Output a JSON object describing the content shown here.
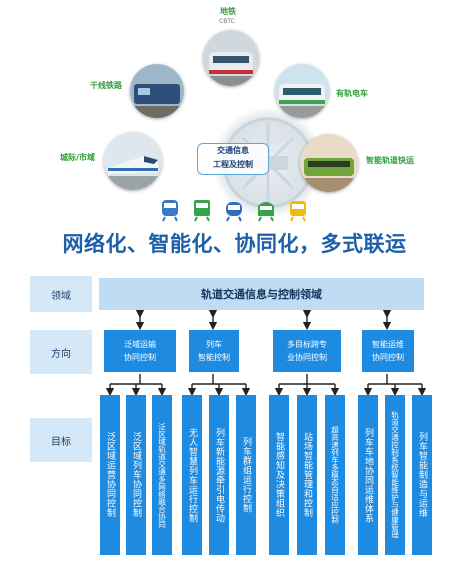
{
  "hub": {
    "line1": "交通信息",
    "line2": "工程及控制"
  },
  "categories": [
    {
      "label": "地铁",
      "sublabel": "CBTC",
      "color": "#2e9e3a"
    },
    {
      "label": "干线铁路",
      "color": "#2e9e3a"
    },
    {
      "label": "有轨电车",
      "color": "#2e9e3a"
    },
    {
      "label": "城际/市域",
      "color": "#2e9e3a"
    },
    {
      "label": "智能轨道快运",
      "color": "#2e9e3a"
    }
  ],
  "mode_icons": [
    "metro-train-icon",
    "freight-train-icon",
    "tram-icon",
    "high-speed-train-icon",
    "light-rail-icon"
  ],
  "slogan": "网络化、智能化、协同化，多式联运",
  "rows": {
    "domain_label": "领域",
    "direction_label": "方向",
    "goal_label": "目标"
  },
  "domain": "轨道交通信息与控制领域",
  "directions": [
    {
      "line1": "泛域运输",
      "line2": "协同控制"
    },
    {
      "line1": "列车",
      "line2": "智能控制"
    },
    {
      "line1": "多目标跨专",
      "line2": "业协同控制"
    },
    {
      "line1": "智能运维",
      "line2": "协同控制"
    }
  ],
  "goals": [
    "泛区域运营协同控制",
    "泛区域列车协同控制",
    "泛区域轨道交通多网络融合协同",
    "无人智慧列车运行控制",
    "列车新能源牵引电传动",
    "列车群组运行控制",
    "智能感知及决策组织",
    "站场智能管理和控制",
    "超高速列车多模态自适应控制",
    "列车车地协同运维体系",
    "轨道交通控制系统智能维护与健康管理",
    "列车智能制造与运维"
  ],
  "colors": {
    "accent": "#1f8be0",
    "label_bg": "#d4e8f7",
    "domain_bg": "#bfdcf4",
    "slogan": "#1d5fa8",
    "category_text": "#2e9e3a"
  }
}
